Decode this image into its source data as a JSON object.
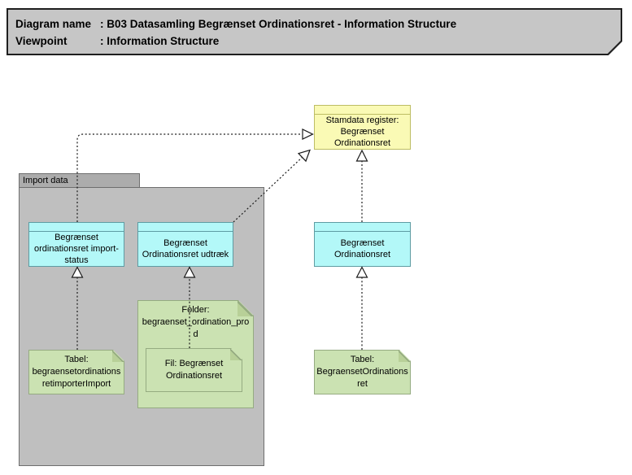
{
  "title_block": {
    "rows": [
      {
        "label": "Diagram name",
        "value": ": B03 Datasamling Begrænset Ordinationsret - Information Structure"
      },
      {
        "label": "Viewpoint",
        "value": ": Information Structure"
      }
    ]
  },
  "group": {
    "label": "Import data"
  },
  "nodes": {
    "stamdata_register": {
      "label": "Stamdata register: Begrænset Ordinationsret"
    },
    "import_status": {
      "label": "Begrænset ordinationsret import-status"
    },
    "udtraek": {
      "label": "Begrænset Ordinationsret udtræk"
    },
    "ordinationsret": {
      "label": "Begrænset Ordinationsret"
    }
  },
  "notes": {
    "tabel_import": {
      "label": "Tabel: begraensetordinationsretimporterImport"
    },
    "folder_prod": {
      "label": "Folder: begraenset_ordination_prod"
    },
    "fil_ordination": {
      "label": "Fil: Begrænset Ordinationsret"
    },
    "tabel_ordination": {
      "label": "Tabel: BegraensetOrdinationsret"
    }
  },
  "connectors": [
    {
      "from": "import_status",
      "to": "stamdata_register",
      "type": "realization",
      "style": "dotted-hollow-triangle"
    },
    {
      "from": "udtraek",
      "to": "stamdata_register",
      "type": "realization",
      "style": "dotted-hollow-triangle"
    },
    {
      "from": "ordinationsret",
      "to": "stamdata_register",
      "type": "realization",
      "style": "dotted-hollow-triangle"
    },
    {
      "from": "tabel_import",
      "to": "import_status",
      "type": "realization",
      "style": "dotted-hollow-triangle"
    },
    {
      "from": "fil_ordination",
      "to": "udtraek",
      "type": "realization",
      "style": "dotted-hollow-triangle"
    },
    {
      "from": "tabel_ordination",
      "to": "ordinationsret",
      "type": "realization",
      "style": "dotted-hollow-triangle"
    }
  ],
  "colors": {
    "object_fill": "#B3F8F8",
    "object_border": "#5E9CA3",
    "register_fill": "#FAFAB5",
    "register_border": "#BDBD64",
    "note_fill": "#CBE2B2",
    "note_border": "#95AB81",
    "note_fold": "#B8D098",
    "group_body_fill": "#BFBFBF",
    "group_tab_fill": "#ACACAC",
    "group_border": "#6E6E6E",
    "title_fill": "#C6C6C6",
    "title_border": "#1F1F1F",
    "connector_color": "#1A1A1A"
  }
}
